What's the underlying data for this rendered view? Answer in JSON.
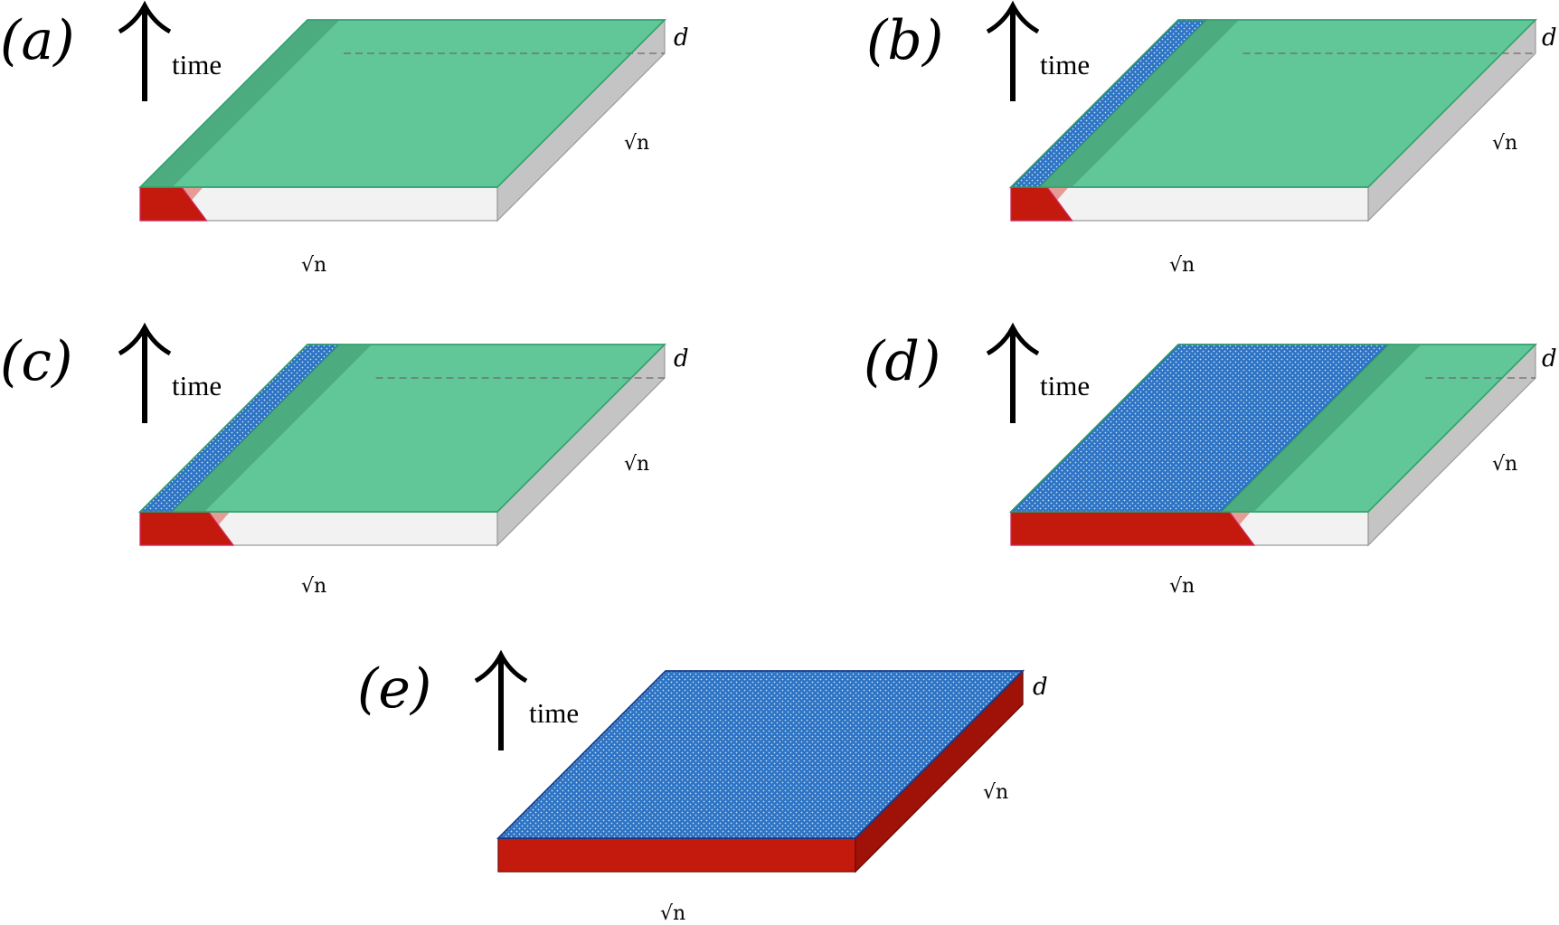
{
  "colors": {
    "green": "#5cc595",
    "green_dark": "#3aa273",
    "blue": "#2e74c4",
    "blue_dark": "#123a8a",
    "red": "#c41a0e",
    "red_light": "#e79b95",
    "front_white": "#f2f2f2",
    "side_gray": "#c4c4c4"
  },
  "common": {
    "time": "time",
    "depth": "d",
    "length": "√n"
  },
  "panels": [
    {
      "label": "(a)",
      "blue_end": 0,
      "red_end": 0.095
    },
    {
      "label": "(b)",
      "blue_end": 0.08,
      "red_end": 0.08
    },
    {
      "label": "(c)",
      "blue_end": 0.09,
      "red_end": 0.17
    },
    {
      "label": "(d)",
      "blue_end": 0.59,
      "red_end": 0.59
    },
    {
      "label": "(e)",
      "blue_end": 1,
      "red_end": 1
    }
  ]
}
